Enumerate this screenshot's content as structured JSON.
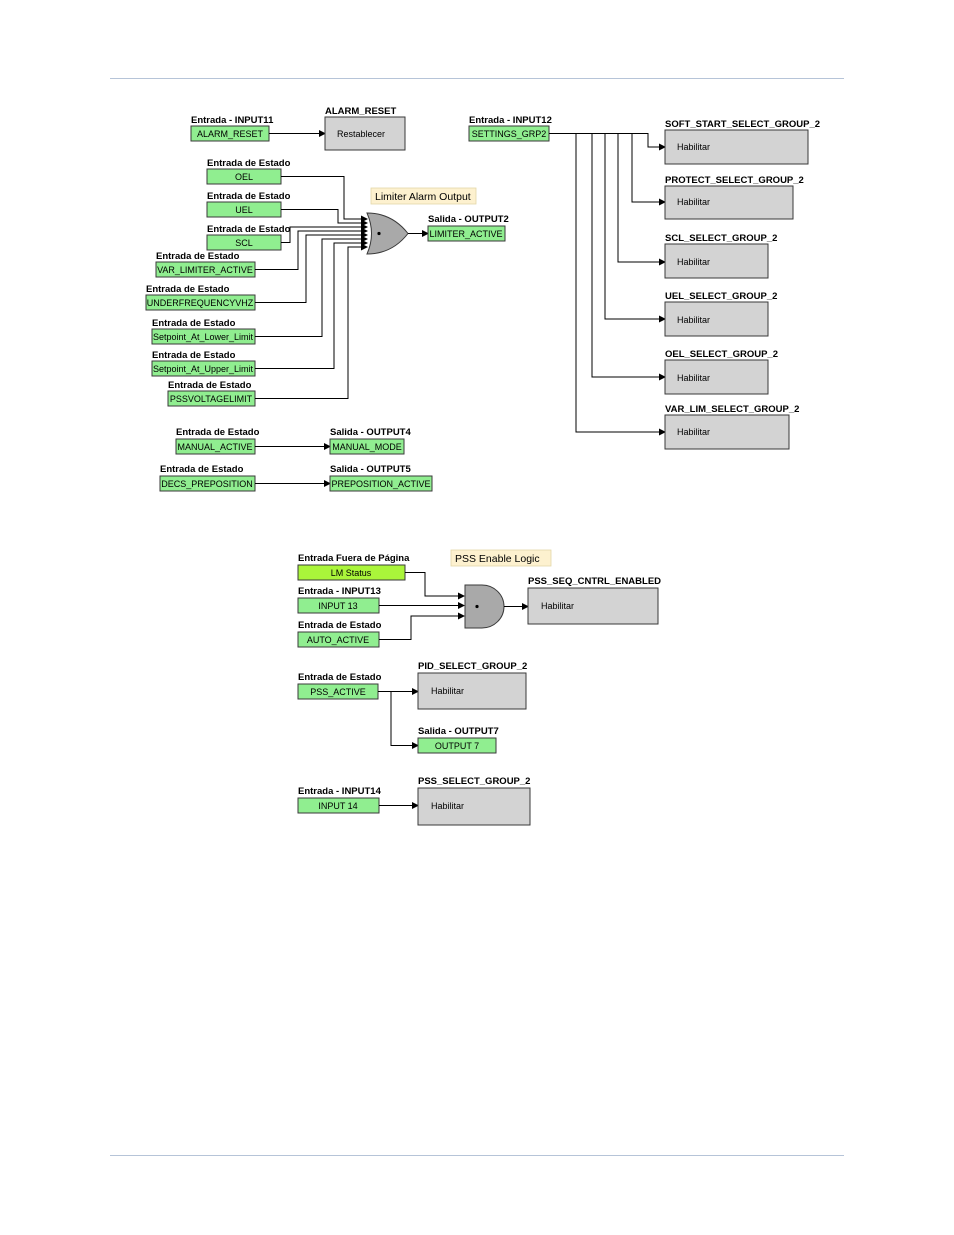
{
  "alarm": {
    "input_label": "Entrada - INPUT11",
    "input_box": "ALARM_RESET",
    "block_title": "ALARM_RESET",
    "block_port": "Restablecer"
  },
  "limiter": {
    "note": "Limiter Alarm Output",
    "inputs": [
      {
        "label": "Entrada de Estado",
        "box": "OEL"
      },
      {
        "label": "Entrada de Estado",
        "box": "UEL"
      },
      {
        "label": "Entrada de Estado",
        "box": "SCL"
      },
      {
        "label": "Entrada de Estado",
        "box": "VAR_LIMITER_ACTIVE"
      },
      {
        "label": "Entrada de Estado",
        "box": "UNDERFREQUENCYVHZ"
      },
      {
        "label": "Entrada de Estado",
        "box": "Setpoint_At_Lower_Limit"
      },
      {
        "label": "Entrada de Estado",
        "box": "Setpoint_At_Upper_Limit"
      },
      {
        "label": "Entrada de Estado",
        "box": "PSSVOLTAGELIMIT"
      }
    ],
    "output_label": "Salida - OUTPUT2",
    "output_box": "LIMITER_ACTIVE"
  },
  "manual": {
    "input_label": "Entrada de Estado",
    "input_box": "MANUAL_ACTIVE",
    "output_label": "Salida - OUTPUT4",
    "output_box": "MANUAL_MODE"
  },
  "decs": {
    "input_label": "Entrada de Estado",
    "input_box": "DECS_PREPOSITION",
    "output_label": "Salida - OUTPUT5",
    "output_box": "PREPOSITION_ACTIVE"
  },
  "settings": {
    "input_label": "Entrada - INPUT12",
    "input_box": "SETTINGS_GRP2",
    "targets": [
      {
        "title": "SOFT_START_SELECT_GROUP_2",
        "port": "Habilitar"
      },
      {
        "title": "PROTECT_SELECT_GROUP_2",
        "port": "Habilitar"
      },
      {
        "title": "SCL_SELECT_GROUP_2",
        "port": "Habilitar"
      },
      {
        "title": "UEL_SELECT_GROUP_2",
        "port": "Habilitar"
      },
      {
        "title": "OEL_SELECT_GROUP_2",
        "port": "Habilitar"
      },
      {
        "title": "VAR_LIM_SELECT_GROUP_2",
        "port": "Habilitar"
      }
    ]
  },
  "pss_enable": {
    "note": "PSS Enable Logic",
    "inputs": [
      {
        "label": "Entrada Fuera de Página",
        "box": "LM Status"
      },
      {
        "label": "Entrada - INPUT13",
        "box": "INPUT 13"
      },
      {
        "label": "Entrada de Estado",
        "box": "AUTO_ACTIVE"
      }
    ],
    "block_title": "PSS_SEQ_CNTRL_ENABLED",
    "block_port": "Habilitar"
  },
  "pss_active": {
    "input_label": "Entrada de Estado",
    "input_box": "PSS_ACTIVE",
    "block_title": "PID_SELECT_GROUP_2",
    "block_port": "Habilitar",
    "output_label": "Salida - OUTPUT7",
    "output_box": "OUTPUT 7"
  },
  "pss_select": {
    "input_label": "Entrada - INPUT14",
    "input_box": "INPUT 14",
    "block_title": "PSS_SELECT_GROUP_2",
    "block_port": "Habilitar"
  },
  "colors": {
    "input_green": "#90ee90",
    "offpage_lime": "#aaf53a",
    "block_gray": "#d3d3d3",
    "note_bg": "#fdf1cf",
    "rule": "#b6c4d8"
  }
}
